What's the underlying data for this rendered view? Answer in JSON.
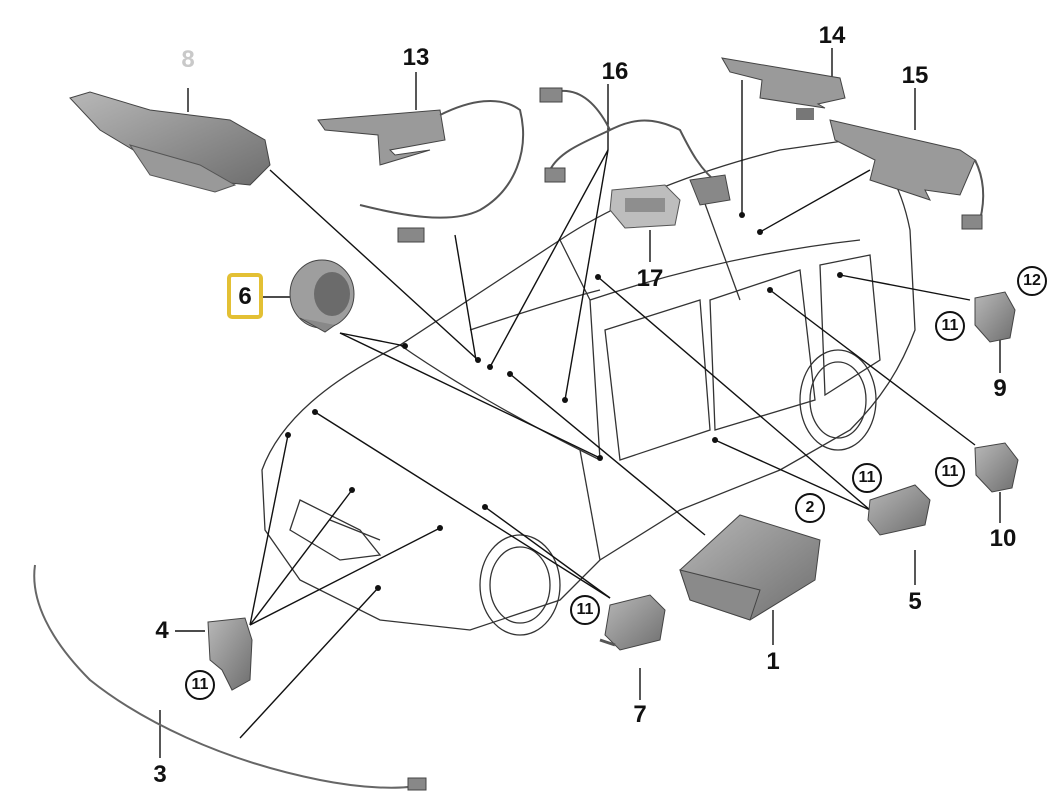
{
  "callouts": {
    "c1": "1",
    "c3": "3",
    "c4": "4",
    "c5": "5",
    "c6": "6",
    "c7": "7",
    "c8": "8",
    "c9": "9",
    "c10": "10",
    "c13": "13",
    "c14": "14",
    "c15": "15",
    "c16": "16",
    "c17": "17"
  },
  "circled": {
    "c2": "2",
    "c11": "11",
    "c12": "12"
  },
  "highlighted_part": "6",
  "colors": {
    "highlight": "#e3c034",
    "line": "#111111",
    "part_gray": "#8a8a8a",
    "faded_label": "#c9c9c9"
  }
}
